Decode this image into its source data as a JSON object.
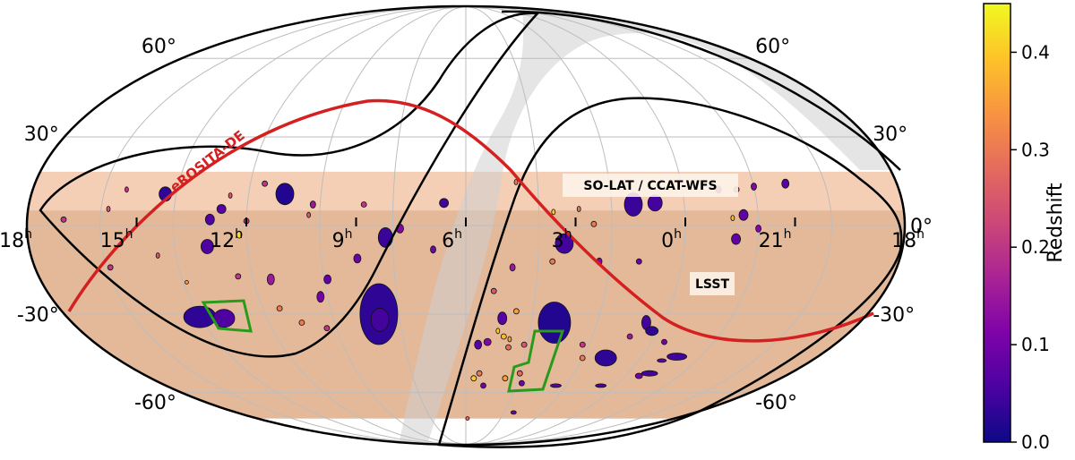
{
  "chart_data": {
    "type": "scatter",
    "projection": "Mollweide",
    "grid": true,
    "hour_ticks": [
      {
        "ra_h": 18,
        "label": "18",
        "unit": "h",
        "side": "left"
      },
      {
        "ra_h": 15,
        "label": "15",
        "unit": "h"
      },
      {
        "ra_h": 12,
        "label": "12",
        "unit": "h"
      },
      {
        "ra_h": 9,
        "label": "9",
        "unit": "h"
      },
      {
        "ra_h": 6,
        "label": "6",
        "unit": "h"
      },
      {
        "ra_h": 3,
        "label": "3",
        "unit": "h"
      },
      {
        "ra_h": 0,
        "label": "0",
        "unit": "h"
      },
      {
        "ra_h": 21,
        "label": "21",
        "unit": "h"
      },
      {
        "ra_h": 18,
        "label": "18",
        "unit": "h",
        "side": "right"
      }
    ],
    "dec_ticks": [
      {
        "dec": 60,
        "label": "60°",
        "side": "left"
      },
      {
        "dec": 30,
        "label": "30°",
        "side": "left"
      },
      {
        "dec": 0,
        "label": "0°",
        "side": "right"
      },
      {
        "dec": -30,
        "label": "-30°",
        "side": "left"
      },
      {
        "dec": -60,
        "label": "-60°",
        "side": "left"
      },
      {
        "dec": 60,
        "label": "60°",
        "side": "right"
      },
      {
        "dec": 30,
        "label": "30°",
        "side": "right"
      },
      {
        "dec": -30,
        "label": "-30°",
        "side": "right"
      },
      {
        "dec": -60,
        "label": "-60°",
        "side": "right"
      }
    ],
    "surveys": [
      {
        "name": "SO-LAT / CCAT-WFS",
        "dec_range": [
          -72,
          18
        ],
        "color": "#f2c7a8"
      },
      {
        "name": "LSST",
        "dec_range": [
          -72,
          5
        ],
        "color": "#deb292"
      },
      {
        "name": "eROSITA-DE",
        "color": "#d42020"
      }
    ],
    "colorbar": {
      "label": "Redshift",
      "range": [
        0.0,
        0.45
      ],
      "ticks": [
        "0.0",
        "0.1",
        "0.2",
        "0.3",
        "0.4"
      ],
      "colormap": "plasma"
    },
    "clusters": [
      {
        "ra": 11.0,
        "dec": 10.5,
        "rx": 10,
        "ry": 12,
        "z": 0.02
      },
      {
        "ra": 14.3,
        "dec": 10.5,
        "rx": 7,
        "ry": 8,
        "z": 0.03
      },
      {
        "ra": 13.0,
        "dec": 2.0,
        "rx": 5,
        "ry": 6,
        "z": 0.06
      },
      {
        "ra": 12.7,
        "dec": 5.5,
        "rx": 5,
        "ry": 5,
        "z": 0.07
      },
      {
        "ra": 13.1,
        "dec": -7.0,
        "rx": 7,
        "ry": 8,
        "z": 0.06
      },
      {
        "ra": 12.2,
        "dec": -3.0,
        "rx": 3,
        "ry": 4,
        "z": 0.42
      },
      {
        "ra": 8.2,
        "dec": -4.0,
        "rx": 8,
        "ry": 11,
        "z": 0.04
      },
      {
        "ra": 6.6,
        "dec": 7.5,
        "rx": 5,
        "ry": 5,
        "z": 0.05
      },
      {
        "ra": 1.4,
        "dec": 7.0,
        "rx": 10,
        "ry": 13,
        "z": 0.04
      },
      {
        "ra": 0.8,
        "dec": 7.5,
        "rx": 8,
        "ry": 9,
        "z": 0.05
      },
      {
        "ra": 3.3,
        "dec": -6.0,
        "rx": 10,
        "ry": 11,
        "z": 0.05
      },
      {
        "ra": 22.4,
        "dec": 3.5,
        "rx": 5,
        "ry": 6,
        "z": 0.08
      },
      {
        "ra": 22.6,
        "dec": -4.5,
        "rx": 5,
        "ry": 6,
        "z": 0.08
      },
      {
        "ra": 14.0,
        "dec": -31.0,
        "rx": 18,
        "ry": 12,
        "z": 0.03
      },
      {
        "ra": 13.3,
        "dec": -31.5,
        "rx": 12,
        "ry": 10,
        "z": 0.06
      },
      {
        "ra": 8.6,
        "dec": -30.0,
        "rx": 21,
        "ry": 34,
        "z": 0.03
      },
      {
        "ra": 8.6,
        "dec": -32.0,
        "rx": 10,
        "ry": 13,
        "z": 0.05
      },
      {
        "ra": 3.3,
        "dec": -33.0,
        "rx": 18,
        "ry": 23,
        "z": 0.02
      },
      {
        "ra": 1.2,
        "dec": -46.0,
        "rx": 12,
        "ry": 9,
        "z": 0.03
      },
      {
        "ra": 22.8,
        "dec": -45.5,
        "rx": 11,
        "ry": 4,
        "z": 0.05
      },
      {
        "ra": 23.2,
        "dec": -52.0,
        "rx": 9,
        "ry": 3,
        "z": 0.05
      },
      {
        "ra": 0.5,
        "dec": -33.0,
        "rx": 5,
        "ry": 8,
        "z": 0.05
      },
      {
        "ra": 4.9,
        "dec": -31.5,
        "rx": 5,
        "ry": 7,
        "z": 0.07
      },
      {
        "ra": 11.5,
        "dec": -18.0,
        "rx": 4,
        "ry": 6,
        "z": 0.15
      },
      {
        "ra": 10.2,
        "dec": -24.0,
        "rx": 4,
        "ry": 6,
        "z": 0.1
      },
      {
        "ra": 9.9,
        "dec": -18.0,
        "rx": 4,
        "ry": 5,
        "z": 0.08
      },
      {
        "ra": 9.0,
        "dec": -11.0,
        "rx": 4,
        "ry": 5,
        "z": 0.09
      },
      {
        "ra": 7.8,
        "dec": -1.0,
        "rx": 4,
        "ry": 5,
        "z": 0.12
      },
      {
        "ra": 10.2,
        "dec": 7.0,
        "rx": 3,
        "ry": 4,
        "z": 0.15
      },
      {
        "ra": 6.9,
        "dec": -8.0,
        "rx": 3,
        "ry": 4,
        "z": 0.1
      },
      {
        "ra": 4.7,
        "dec": -14.0,
        "rx": 3,
        "ry": 4,
        "z": 0.15
      },
      {
        "ra": 3.6,
        "dec": -12.0,
        "rx": 3,
        "ry": 3,
        "z": 0.3
      },
      {
        "ra": 2.3,
        "dec": -12.0,
        "rx": 3,
        "ry": 4,
        "z": 0.12
      },
      {
        "ra": 1.2,
        "dec": -12.0,
        "rx": 3,
        "ry": 3,
        "z": 0.1
      },
      {
        "ra": 22.0,
        "dec": -1.0,
        "rx": 3,
        "ry": 4,
        "z": 0.12
      },
      {
        "ra": 23.0,
        "dec": 12.0,
        "rx": 3,
        "ry": 4,
        "z": 0.15
      },
      {
        "ra": 22.0,
        "dec": 13.0,
        "rx": 3,
        "ry": 4,
        "z": 0.12
      },
      {
        "ra": 21.1,
        "dec": 14.0,
        "rx": 4,
        "ry": 5,
        "z": 0.07
      },
      {
        "ra": 15.8,
        "dec": 5.5,
        "rx": 2,
        "ry": 3,
        "z": 0.25
      },
      {
        "ra": 12.0,
        "dec": 1.5,
        "rx": 3,
        "ry": 3,
        "z": 0.2
      },
      {
        "ra": 11.6,
        "dec": 14.0,
        "rx": 3,
        "ry": 3,
        "z": 0.2
      },
      {
        "ra": 10.3,
        "dec": 3.5,
        "rx": 2,
        "ry": 3,
        "z": 0.25
      },
      {
        "ra": 8.8,
        "dec": 7.0,
        "rx": 3,
        "ry": 3,
        "z": 0.2
      },
      {
        "ra": 4.6,
        "dec": 14.5,
        "rx": 2,
        "ry": 3,
        "z": 0.3
      },
      {
        "ra": 3.6,
        "dec": 4.5,
        "rx": 2,
        "ry": 3,
        "z": 0.4
      },
      {
        "ra": 2.9,
        "dec": 5.5,
        "rx": 2,
        "ry": 3,
        "z": 0.3
      },
      {
        "ra": 2.5,
        "dec": 0.5,
        "rx": 3,
        "ry": 3,
        "z": 0.3
      },
      {
        "ra": 22.5,
        "dec": 12.0,
        "rx": 3,
        "ry": 3,
        "z": 0.25
      },
      {
        "ra": 22.7,
        "dec": 2.5,
        "rx": 2,
        "ry": 3,
        "z": 0.38
      },
      {
        "ra": 14.5,
        "dec": -10.0,
        "rx": 2,
        "ry": 3,
        "z": 0.25
      },
      {
        "ra": 13.9,
        "dec": -19.0,
        "rx": 2,
        "ry": 2,
        "z": 0.35
      },
      {
        "ra": 12.4,
        "dec": -17.0,
        "rx": 3,
        "ry": 3,
        "z": 0.2
      },
      {
        "ra": 11.5,
        "dec": -28.0,
        "rx": 3,
        "ry": 3,
        "z": 0.3
      },
      {
        "ra": 11.0,
        "dec": -33.0,
        "rx": 3,
        "ry": 3,
        "z": 0.3
      },
      {
        "ra": 10.3,
        "dec": -35.0,
        "rx": 3,
        "ry": 3,
        "z": 0.2
      },
      {
        "ra": 5.2,
        "dec": -22.0,
        "rx": 3,
        "ry": 3,
        "z": 0.25
      },
      {
        "ra": 4.5,
        "dec": -29.0,
        "rx": 3,
        "ry": 3,
        "z": 0.35
      },
      {
        "ra": 5.0,
        "dec": -36.0,
        "rx": 2,
        "ry": 3,
        "z": 0.4
      },
      {
        "ra": 4.8,
        "dec": -38.0,
        "rx": 3,
        "ry": 3,
        "z": 0.38
      },
      {
        "ra": 4.6,
        "dec": -39.0,
        "rx": 2,
        "ry": 3,
        "z": 0.35
      },
      {
        "ra": 5.3,
        "dec": -40.0,
        "rx": 4,
        "ry": 4,
        "z": 0.12
      },
      {
        "ra": 4.1,
        "dec": -41.0,
        "rx": 3,
        "ry": 3,
        "z": 0.25
      },
      {
        "ra": 5.6,
        "dec": -41.0,
        "rx": 4,
        "ry": 5,
        "z": 0.07
      },
      {
        "ra": 4.6,
        "dec": -42.0,
        "rx": 3,
        "ry": 3,
        "z": 0.28
      },
      {
        "ra": 2.2,
        "dec": -41.0,
        "rx": 3,
        "ry": 3,
        "z": 0.2
      },
      {
        "ra": 2.0,
        "dec": -46.0,
        "rx": 3,
        "ry": 3,
        "z": 0.3
      },
      {
        "ra": 0.8,
        "dec": -38.0,
        "rx": 3,
        "ry": 3,
        "z": 0.15
      },
      {
        "ra": 0.2,
        "dec": -36.0,
        "rx": 7,
        "ry": 5,
        "z": 0.03
      },
      {
        "ra": 23.6,
        "dec": -40.0,
        "rx": 3,
        "ry": 3,
        "z": 0.1
      },
      {
        "ra": 23.2,
        "dec": -47.0,
        "rx": 5,
        "ry": 2,
        "z": 0.08
      },
      {
        "ra": 4.0,
        "dec": -52.0,
        "rx": 3,
        "ry": 3,
        "z": 0.28
      },
      {
        "ra": 5.5,
        "dec": -52.0,
        "rx": 3,
        "ry": 3,
        "z": 0.3
      },
      {
        "ra": 4.5,
        "dec": -54.0,
        "rx": 3,
        "ry": 3,
        "z": 0.35
      },
      {
        "ra": 5.7,
        "dec": -54.0,
        "rx": 3,
        "ry": 3,
        "z": 0.4
      },
      {
        "ra": 5.3,
        "dec": -57.0,
        "rx": 3,
        "ry": 3,
        "z": 0.1
      },
      {
        "ra": 3.8,
        "dec": -56.0,
        "rx": 3,
        "ry": 3,
        "z": 0.1
      },
      {
        "ra": 2.4,
        "dec": -57.0,
        "rx": 6,
        "ry": 2,
        "z": 0.08
      },
      {
        "ra": 0.6,
        "dec": -57.0,
        "rx": 6,
        "ry": 2,
        "z": 0.06
      },
      {
        "ra": 23.5,
        "dec": -53.0,
        "rx": 4,
        "ry": 3,
        "z": 0.1
      },
      {
        "ra": 5.9,
        "dec": -72.0,
        "rx": 2,
        "ry": 2,
        "z": 0.28
      },
      {
        "ra": 3.5,
        "dec": -69.0,
        "rx": 3,
        "ry": 2,
        "z": 0.1
      },
      {
        "ra": 15.4,
        "dec": 12.0,
        "rx": 2,
        "ry": 3,
        "z": 0.2
      },
      {
        "ra": 17.0,
        "dec": 2.0,
        "rx": 3,
        "ry": 3,
        "z": 0.2
      },
      {
        "ra": 15.9,
        "dec": -14.0,
        "rx": 3,
        "ry": 3,
        "z": 0.2
      },
      {
        "ra": 12.5,
        "dec": 10.0,
        "rx": 2,
        "ry": 3,
        "z": 0.25
      }
    ]
  }
}
